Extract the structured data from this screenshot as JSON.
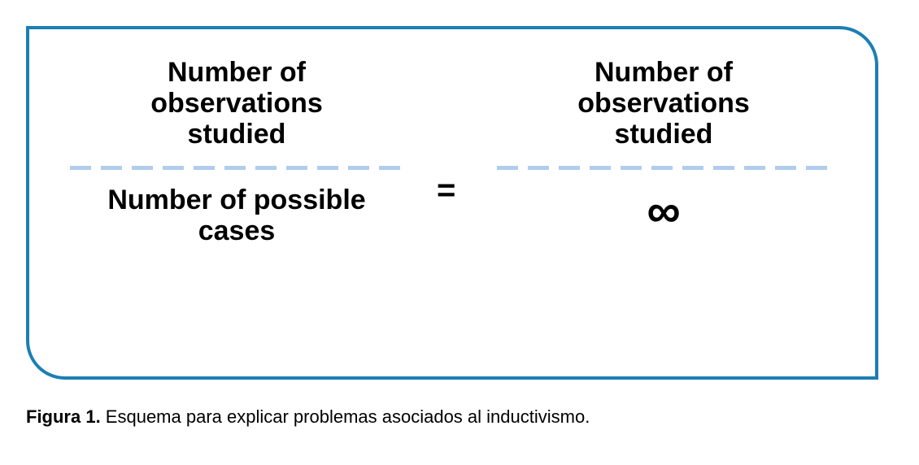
{
  "figure": {
    "border_color": "#1b7fb4",
    "background_color": "#ffffff",
    "fraction_bar_color": "#b0cdec",
    "text_color": "#000000",
    "equation": {
      "left": {
        "numerator": "Number of\nobservations\nstudied",
        "denominator": "Number of possible\ncases"
      },
      "operator": "=",
      "right": {
        "numerator": "Number of\nobservations\nstudied",
        "denominator": "∞"
      }
    }
  },
  "caption": {
    "label": "Figura 1.",
    "text": " Esquema para explicar problemas asociados al inductivismo."
  }
}
